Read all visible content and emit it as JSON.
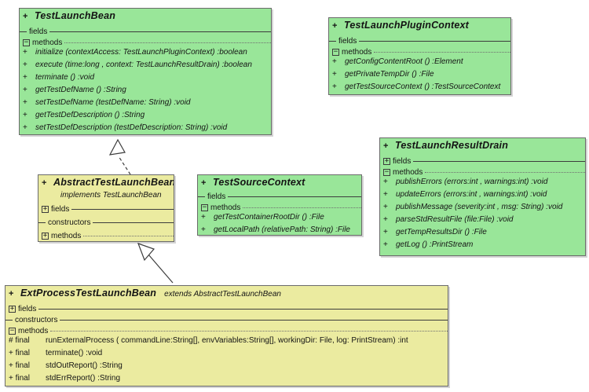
{
  "labels": {
    "fields": "fields",
    "methods": "methods",
    "constructors": "constructors"
  },
  "icons": {
    "expanded_minus": "−",
    "collapsed_plus": "+"
  },
  "colors": {
    "interface_green": "#99e699",
    "class_yellow": "#ebeba0",
    "border": "#6b6b6b",
    "line": "#3c3c3c",
    "background": "#ffffff"
  },
  "classes": {
    "testLaunchBean": {
      "visibility": "+",
      "name": "TestLaunchBean",
      "methods": [
        {
          "m": "+",
          "t": "initialize (contextAccess: TestLaunchPluginContext) :boolean"
        },
        {
          "m": "+",
          "t": "execute (time:long , context: TestLaunchResultDrain) :boolean"
        },
        {
          "m": "+",
          "t": "terminate () :void"
        },
        {
          "m": "+",
          "t": "getTestDefName () :String"
        },
        {
          "m": "+",
          "t": "setTestDefName (testDefName: String) :void"
        },
        {
          "m": "+",
          "t": "getTestDefDescription () :String"
        },
        {
          "m": "+",
          "t": "setTestDefDescription (testDefDescription: String) :void"
        }
      ]
    },
    "testLaunchPluginContext": {
      "visibility": "+",
      "name": "TestLaunchPluginContext",
      "methods": [
        {
          "m": "+",
          "t": "getConfigContentRoot () :Element"
        },
        {
          "m": "+",
          "t": "getPrivateTempDir () :File"
        },
        {
          "m": "+",
          "t": "getTestSourceContext () :TestSourceContext"
        }
      ]
    },
    "testLaunchResultDrain": {
      "visibility": "+",
      "name": "TestLaunchResultDrain",
      "methods": [
        {
          "m": "+",
          "t": "publishErrors (errors:int , warnings:int) :void"
        },
        {
          "m": "+",
          "t": "updateErrors (errors:int , warnings:int) :void"
        },
        {
          "m": "+",
          "t": "publishMessage (severity:int , msg: String) :void"
        },
        {
          "m": "+",
          "t": "parseStdResultFile (file:File) :void"
        },
        {
          "m": "+",
          "t": "getTempResultsDir () :File"
        },
        {
          "m": "+",
          "t": "getLog () :PrintStream"
        }
      ]
    },
    "abstractTestLaunchBean": {
      "visibility": "+",
      "name": "AbstractTestLaunchBean",
      "subtitle": "implements  TestLaunchBean"
    },
    "testSourceContext": {
      "visibility": "+",
      "name": "TestSourceContext",
      "methods": [
        {
          "m": "+",
          "t": "getTestContainerRootDir () :File"
        },
        {
          "m": "+",
          "t": "getLocalPath (relativePath: String) :File"
        }
      ]
    },
    "extProcessTestLaunchBean": {
      "visibility": "+",
      "name": "ExtProcessTestLaunchBean",
      "suffix": "extends AbstractTestLaunchBean",
      "methods": [
        {
          "m": "# final",
          "t": "runExternalProcess ( commandLine:String[], envVariables:String[], workingDir: File, log: PrintStream) :int"
        },
        {
          "m": "+ final",
          "t": "terminate() :void"
        },
        {
          "m": "+ final",
          "t": "stdOutReport() :String"
        },
        {
          "m": "+ final",
          "t": "stdErrReport() :String"
        }
      ]
    }
  },
  "relationships": [
    {
      "type": "realization",
      "from": "AbstractTestLaunchBean",
      "to": "TestLaunchBean"
    },
    {
      "type": "generalization",
      "from": "ExtProcessTestLaunchBean",
      "to": "AbstractTestLaunchBean"
    }
  ]
}
